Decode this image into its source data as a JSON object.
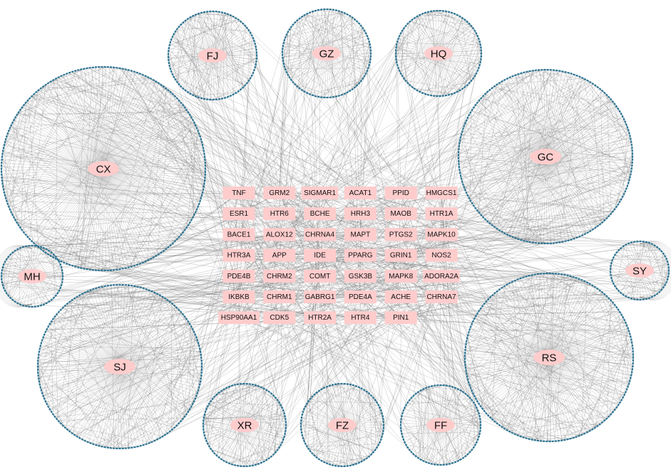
{
  "colors": {
    "node": "#ffcccc",
    "ring": "#2d7391",
    "edge": "#6e6e6e",
    "text": "#111111"
  },
  "clusters": [
    {
      "id": "FJ",
      "label": "FJ"
    },
    {
      "id": "GZ",
      "label": "GZ"
    },
    {
      "id": "HQ",
      "label": "HQ"
    },
    {
      "id": "CX",
      "label": "CX"
    },
    {
      "id": "GC",
      "label": "GC"
    },
    {
      "id": "MH",
      "label": "MH"
    },
    {
      "id": "SY",
      "label": "SY"
    },
    {
      "id": "SJ",
      "label": "SJ"
    },
    {
      "id": "RS",
      "label": "RS"
    },
    {
      "id": "XR",
      "label": "XR"
    },
    {
      "id": "FZ",
      "label": "FZ"
    },
    {
      "id": "FF",
      "label": "FF"
    }
  ],
  "targets": [
    [
      "TNF",
      "GRM2",
      "SIGMAR1",
      "ACAT1",
      "PPID",
      "HMGCS1"
    ],
    [
      "ESR1",
      "HTR6",
      "BCHE",
      "HRH3",
      "MAOB",
      "HTR1A"
    ],
    [
      "BACE1",
      "ALOX12",
      "CHRNA4",
      "MAPT",
      "PTGS2",
      "MAPK10"
    ],
    [
      "HTR3A",
      "APP",
      "IDE",
      "PPARG",
      "GRIN1",
      "NOS2"
    ],
    [
      "PDE4B",
      "CHRM2",
      "COMT",
      "GSK3B",
      "MAPK8",
      "ADORA2A"
    ],
    [
      "IKBKB",
      "CHRM1",
      "GABRG1",
      "PDE4A",
      "ACHE",
      "CHRNA7"
    ],
    [
      "HSP90AA1",
      "CDK5",
      "HTR2A",
      "HTR4",
      "PIN1"
    ]
  ]
}
